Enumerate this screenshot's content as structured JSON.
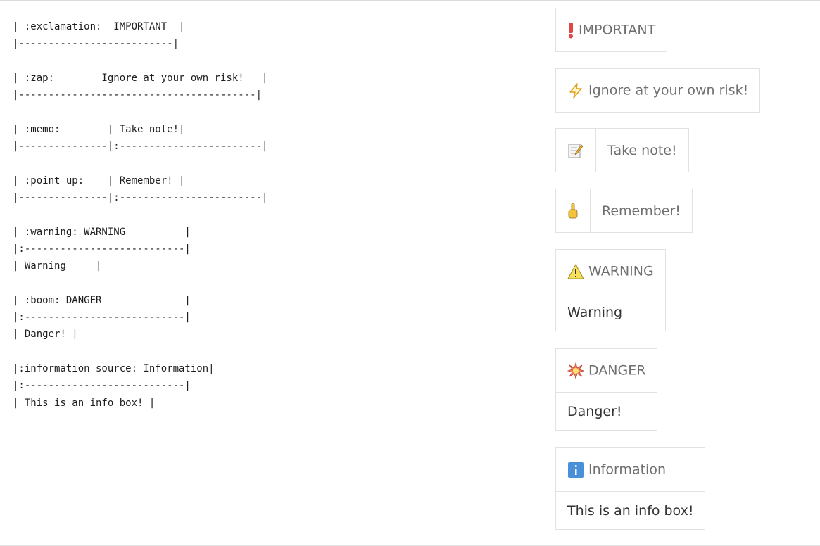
{
  "editor": {
    "lines": [
      "| :exclamation:  IMPORTANT  |",
      "|--------------------------|",
      "",
      "| :zap:        Ignore at your own risk!   |",
      "|----------------------------------------|",
      "",
      "| :memo:        | Take note!|",
      "|---------------|:------------------------|",
      "",
      "| :point_up:    | Remember! |",
      "|---------------|:------------------------|",
      "",
      "| :warning: WARNING          |",
      "|:---------------------------|",
      "| Warning     |",
      "",
      "| :boom: DANGER              |",
      "|:---------------------------|",
      "| Danger! |",
      "",
      "|:information_source: Information|",
      "|:---------------------------|",
      "| This is an info box! |"
    ]
  },
  "preview": {
    "important": {
      "icon": "exclamation-icon",
      "label": "IMPORTANT"
    },
    "zap": {
      "icon": "lightning-icon",
      "label": "Ignore at your own risk!"
    },
    "memo": {
      "icon": "memo-icon",
      "label": "Take note!"
    },
    "point_up": {
      "icon": "point-up-icon",
      "label": "Remember!"
    },
    "warning": {
      "icon": "warning-icon",
      "label": "WARNING",
      "body": "Warning"
    },
    "danger": {
      "icon": "boom-icon",
      "label": "DANGER",
      "body": "Danger!"
    },
    "info": {
      "icon": "information-icon",
      "label": "Information",
      "body": "This is an info box!"
    }
  }
}
